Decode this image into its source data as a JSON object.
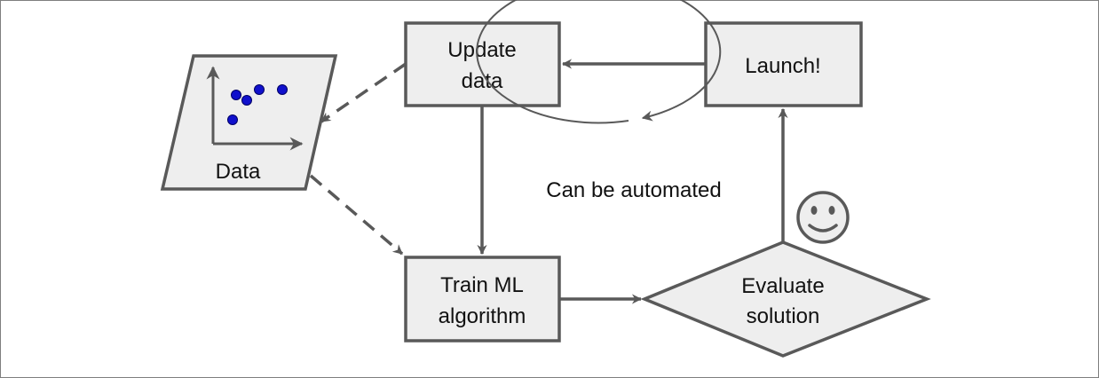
{
  "nodes": {
    "data": {
      "label": "Data"
    },
    "update": {
      "line1": "Update",
      "line2": "data"
    },
    "launch": {
      "label": "Launch!"
    },
    "train": {
      "line1": "Train ML",
      "line2": "algorithm"
    },
    "evaluate": {
      "line1": "Evaluate",
      "line2": "solution"
    },
    "cycle": {
      "label": "Can be automated"
    }
  },
  "colors": {
    "box_fill": "#eeeeee",
    "stroke": "#595959",
    "dot": "#1010cc",
    "frame": "#7f7f7f"
  },
  "icons": [
    "scatter-plot-icon",
    "smiley-face-icon",
    "cycle-arrow-icon"
  ]
}
